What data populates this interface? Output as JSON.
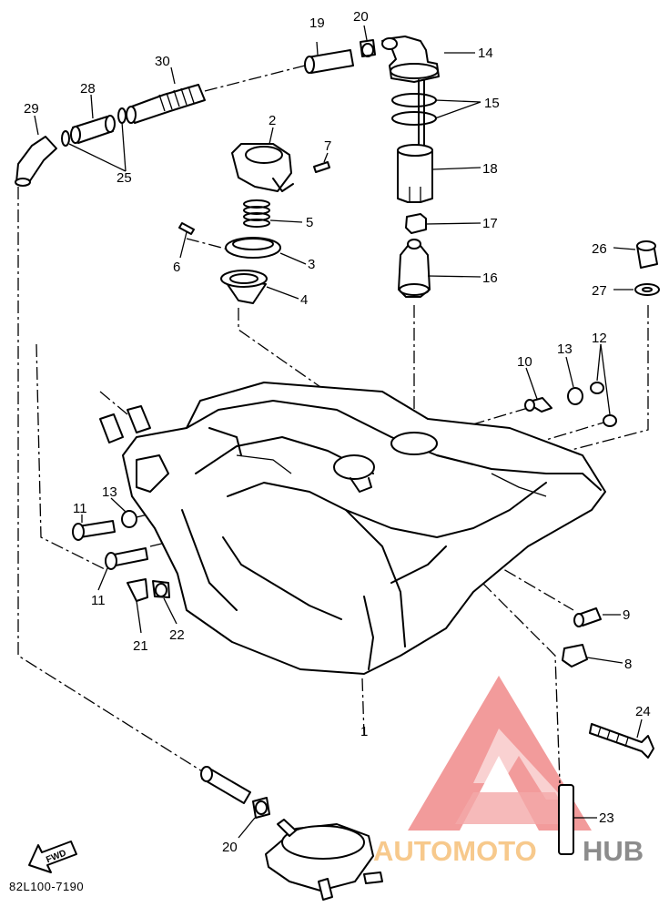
{
  "diagram_code": "82L100-7190",
  "fwd_label": "FWD",
  "watermark": {
    "word_part1": "AUTOMOTO",
    "word_part2": "HUB",
    "color_part1": "#f7c98c",
    "color_part2": "#8c8c8c",
    "logo_color": "#f08a8a"
  },
  "callouts": [
    "1",
    "2",
    "3",
    "4",
    "5",
    "6",
    "7",
    "8",
    "9",
    "10",
    "11",
    "11",
    "12",
    "13",
    "13",
    "14",
    "15",
    "16",
    "17",
    "18",
    "19",
    "20",
    "20",
    "21",
    "22",
    "23",
    "24",
    "25",
    "26",
    "27",
    "28",
    "29",
    "30"
  ]
}
